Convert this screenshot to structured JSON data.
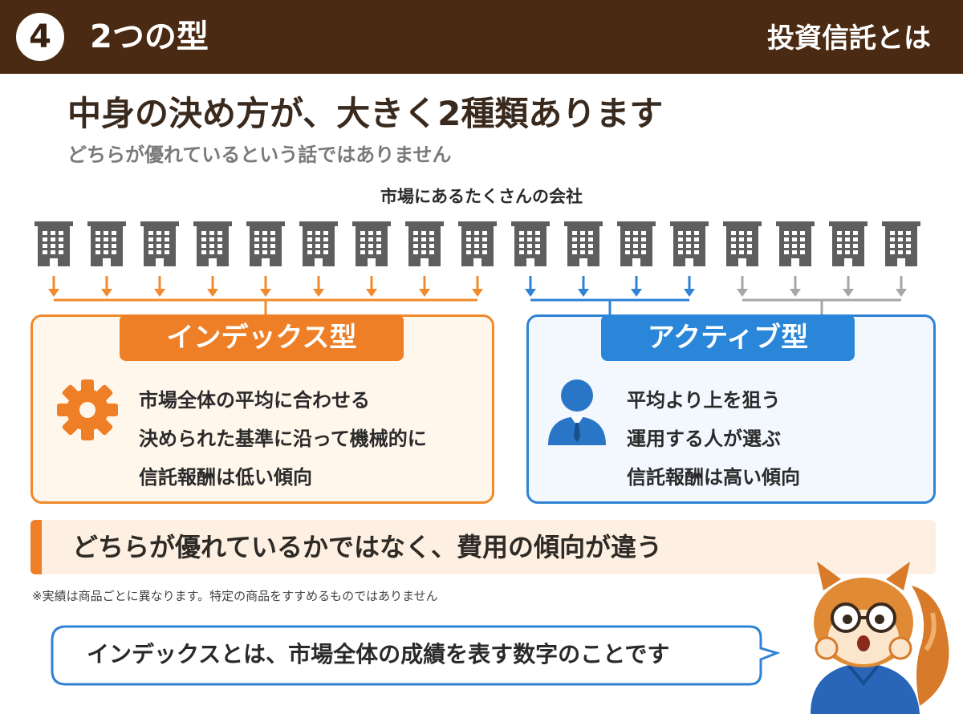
{
  "header": {
    "number": "4",
    "title": "2つの型",
    "right_title": "投資信託とは"
  },
  "main_title": "中身の決め方が、大きく2種類あります",
  "subtitle": "どちらが優れているという話ではありません",
  "companies_label": "市場にあるたくさんの会社",
  "buildings": {
    "orange_count": 9,
    "blue_count": 4,
    "gray_count": 4,
    "colors": {
      "orange": "#f08a2c",
      "blue": "#2f82d4",
      "gray": "#a6a6a6",
      "building": "#5e5e5e"
    }
  },
  "index_panel": {
    "tag": "インデックス型",
    "icon": "gear-icon",
    "lines": [
      "市場全体の平均に合わせる",
      "決められた基準に沿って機械的に",
      "信託報酬は低い傾向"
    ],
    "accent": "#ee7f26"
  },
  "active_panel": {
    "tag": "アクティブ型",
    "icon": "person-icon",
    "lines": [
      "平均より上を狙う",
      "運用する人が選ぶ",
      "信託報酬は高い傾向"
    ],
    "accent": "#2a86d8"
  },
  "banner": "どちらが優れているかではなく、費用の傾向が違う",
  "note": "※実績は商品ごとに異なります。特定の商品をすすめるものではありません",
  "bubble": "インデックスとは、市場全体の成績を表す数字のことです",
  "mascot": "squirrel-mascot"
}
